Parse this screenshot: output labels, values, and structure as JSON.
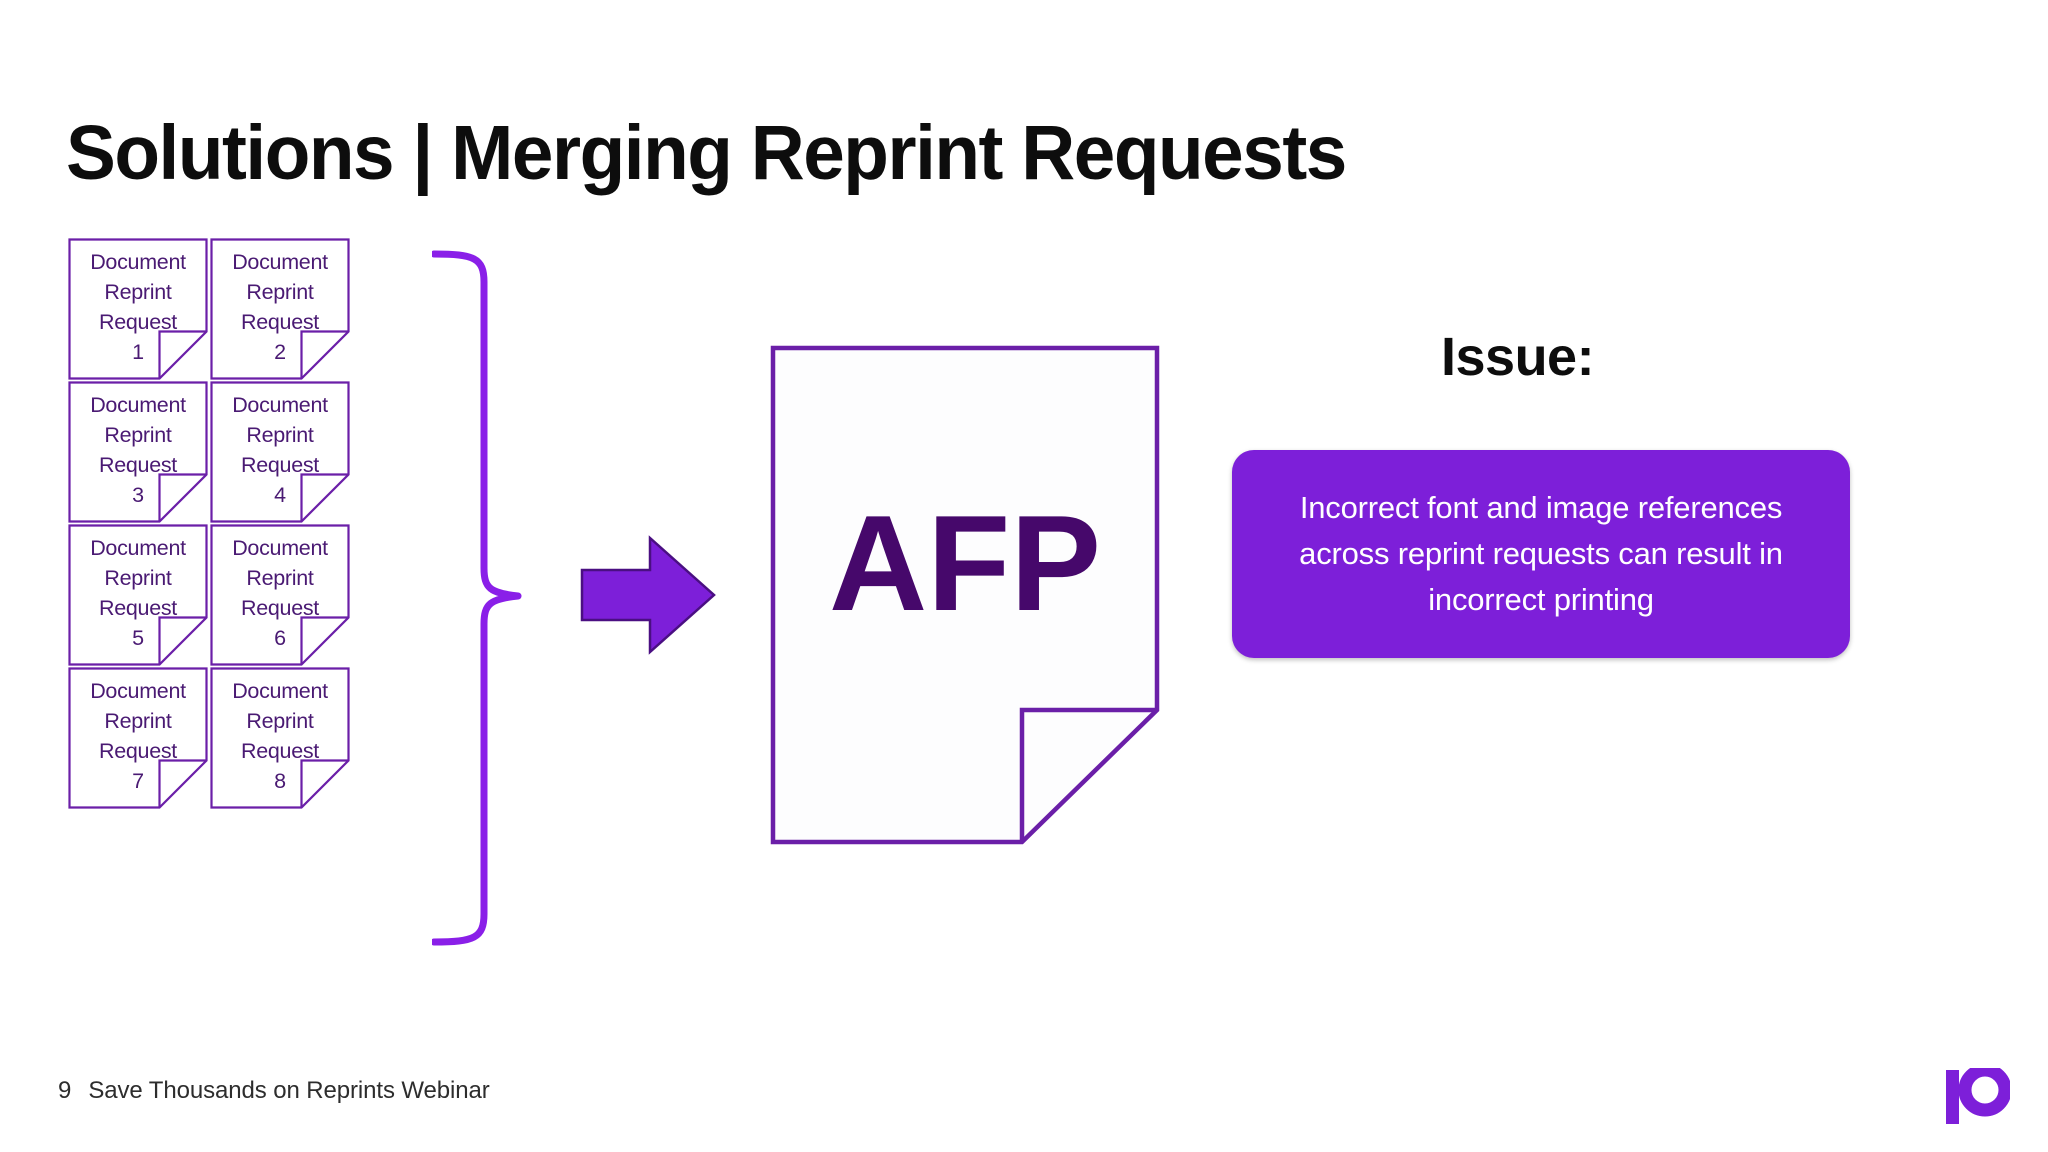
{
  "slide": {
    "title": "Solutions | Merging Reprint Requests",
    "background_color": "#ffffff",
    "accent_purple": "#7d1fd9",
    "outline_purple": "#6b1fa8",
    "dark_purple": "#46086b",
    "text_black": "#0d0d0d"
  },
  "cards": [
    {
      "line1": "Document",
      "line2": "Reprint",
      "line3": "Request",
      "number": "1"
    },
    {
      "line1": "Document",
      "line2": "Reprint",
      "line3": "Request",
      "number": "2"
    },
    {
      "line1": "Document",
      "line2": "Reprint",
      "line3": "Request",
      "number": "3"
    },
    {
      "line1": "Document",
      "line2": "Reprint",
      "line3": "Request",
      "number": "4"
    },
    {
      "line1": "Document",
      "line2": "Reprint",
      "line3": "Request",
      "number": "5"
    },
    {
      "line1": "Document",
      "line2": "Reprint",
      "line3": "Request",
      "number": "6"
    },
    {
      "line1": "Document",
      "line2": "Reprint",
      "line3": "Request",
      "number": "7"
    },
    {
      "line1": "Document",
      "line2": "Reprint",
      "line3": "Request",
      "number": "8"
    }
  ],
  "merged_document": {
    "label": "AFP"
  },
  "issue": {
    "heading": "Issue:",
    "callout_text": "Incorrect font and image references across reprint requests can result in incorrect printing"
  },
  "footer": {
    "page_number": "9",
    "deck_title": "Save Thousands on Reprints Webinar"
  },
  "icons": {
    "brace": "curly-brace-icon",
    "arrow": "right-block-arrow-icon",
    "logo": "brand-logo-icon"
  }
}
